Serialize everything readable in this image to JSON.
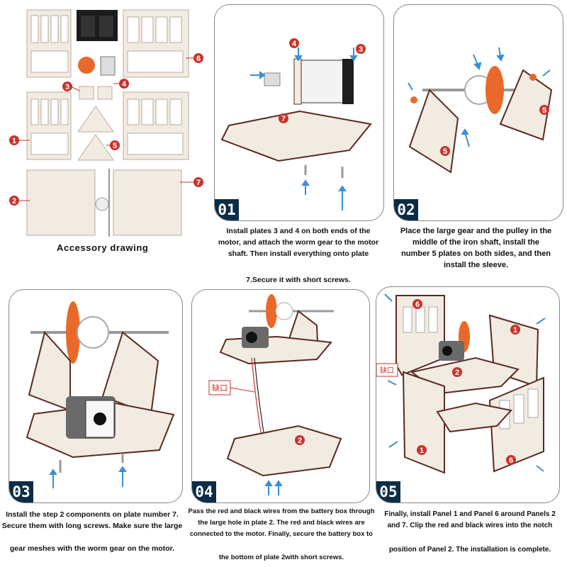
{
  "accessory": {
    "title": "Accessory drawing",
    "part_numbers": [
      "1",
      "2",
      "3",
      "4",
      "5",
      "6",
      "7"
    ]
  },
  "steps": [
    {
      "badge": "01",
      "lines": [
        "Install plates 3 and 4 on both ends of the",
        "motor, and attach the worm gear to the motor",
        "shaft. Then install everything onto plate",
        "7.Secure it with short screws."
      ],
      "part_numbers": [
        "4",
        "3",
        "7"
      ]
    },
    {
      "badge": "02",
      "lines": [
        "Place the large gear and the pulley in the",
        "middle of the iron shaft, install the",
        "number 5 plates on both sides, and then",
        "install the sleeve."
      ],
      "part_numbers": [
        "5",
        "5"
      ]
    },
    {
      "badge": "03",
      "lines": [
        "Install the step 2 components on plate number 7.",
        "Secure them with long screws. Make sure the large",
        "gear meshes with the worm gear on the motor."
      ],
      "part_numbers": []
    },
    {
      "badge": "04",
      "lines": [
        "Pass the red and black wires from the battery box through",
        "the large hole in plate 2. The red and black wires are",
        "connected to the motor. Finally, secure the battery box to",
        "the bottom of plate 2with short screws."
      ],
      "part_numbers": [
        "2"
      ],
      "notch_label": "缺口"
    },
    {
      "badge": "05",
      "lines": [
        "Finally, install Panel 1 and Panel 6 around Panels 2",
        "and 7. Clip the red and black wires into the notch",
        "position of Panel 2. The installation is complete."
      ],
      "part_numbers": [
        "6",
        "1",
        "2",
        "1",
        "6"
      ],
      "notch_label": "缺口"
    }
  ],
  "colors": {
    "badge_bg": "#0d2c46",
    "marker_red": "#c8332b",
    "arrow_blue": "#3b8fd6",
    "wood": "#f1ebe2",
    "wood_edge": "#5a2a20",
    "gear_orange": "#e8692a"
  }
}
